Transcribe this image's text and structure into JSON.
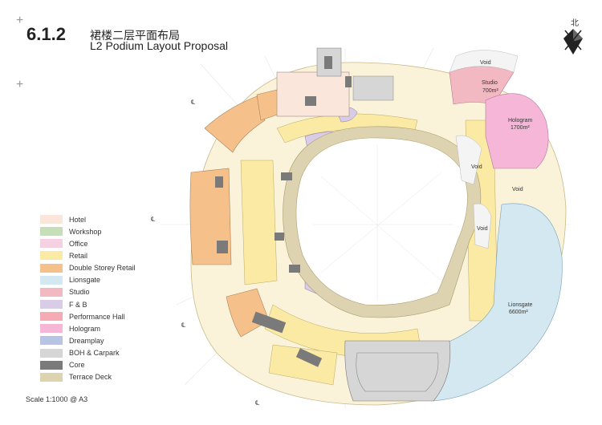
{
  "header": {
    "section_number": "6.1.2",
    "title_cn": "裙楼二层平面布局",
    "title_en": "L2 Podium Layout Proposal"
  },
  "legend": {
    "items": [
      {
        "label": "Hotel",
        "color": "#fbe6dc"
      },
      {
        "label": "Workshop",
        "color": "#c6dfb8"
      },
      {
        "label": "Office",
        "color": "#f6d1e2"
      },
      {
        "label": "Retail",
        "color": "#fbeaa3"
      },
      {
        "label": "Double Storey Retail",
        "color": "#f5c08a"
      },
      {
        "label": "Lionsgate",
        "color": "#d3e8f1"
      },
      {
        "label": "Studio",
        "color": "#f3b9c2"
      },
      {
        "label": "F & B",
        "color": "#d8cce6"
      },
      {
        "label": "Performance Hall",
        "color": "#f5aab4"
      },
      {
        "label": "Hologram",
        "color": "#f6b6d8"
      },
      {
        "label": "Dreamplay",
        "color": "#b8c4e4"
      },
      {
        "label": "BOH & Carpark",
        "color": "#d6d6d6"
      },
      {
        "label": "Core",
        "color": "#7a7a7a"
      },
      {
        "label": "Terrace Deck",
        "color": "#ddd3b0"
      }
    ]
  },
  "plan": {
    "labels": {
      "void_top": "Void",
      "studio": "Studio",
      "studio_area": "700m²",
      "hologram": "Hologram",
      "hologram_area": "1700m²",
      "void_mid": "Void",
      "void_right": "Void",
      "void_lower": "Void",
      "lionsgate": "Lionsgate",
      "lionsgate_area": "6600m²"
    },
    "colors": {
      "corridor": "#faf3d9",
      "retail": "#fbeaa3",
      "double_retail": "#f5c08a",
      "lionsgate": "#d3e8f1",
      "studio": "#f3b9c2",
      "hologram": "#f6b6d8",
      "fnb": "#d8cce6",
      "boh": "#d6d6d6",
      "core": "#7a7a7a",
      "terrace": "#ddd3b0",
      "hotel": "#fbe6dc"
    }
  },
  "north": {
    "label": "北"
  },
  "footer": {
    "scale": "Scale  1:1000 @ A3"
  }
}
